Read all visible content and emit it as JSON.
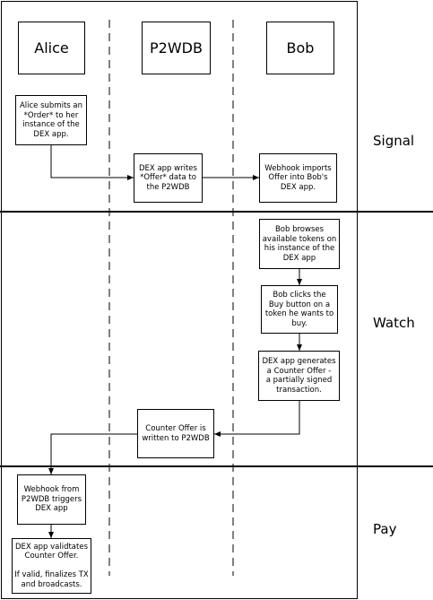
{
  "actors": {
    "alice": "Alice",
    "p2wdb": "P2WDB",
    "bob": "Bob"
  },
  "phases": {
    "signal": "Signal",
    "watch": "Watch",
    "pay": "Pay"
  },
  "steps": {
    "alice_submits": "Alice submits an\n*Order* to her\ninstance of the\nDEX app.",
    "dex_writes_offer": "DEX app writes\n*Offer* data to\nthe P2WDB",
    "webhook_imports": "Webhook imports\nOffer into Bob's\nDEX app.",
    "bob_browses": "Bob browses\navailable tokens on\nhis instance of the\nDEX app",
    "bob_clicks_buy": "Bob clicks the\nBuy button on a\ntoken he wants to\nbuy.",
    "dex_generates_counter": "DEX app generates\na Counter Offer -\na partially signed\ntransaction.",
    "counter_written": "Counter Offer is\nwritten to P2WDB",
    "webhook_triggers": "Webhook from\nP2WDB triggers\nDEX app",
    "dex_validates": "DEX app validtates\nCounter Offer.\n\nIf valid, finalizes TX\nand broadcasts."
  }
}
